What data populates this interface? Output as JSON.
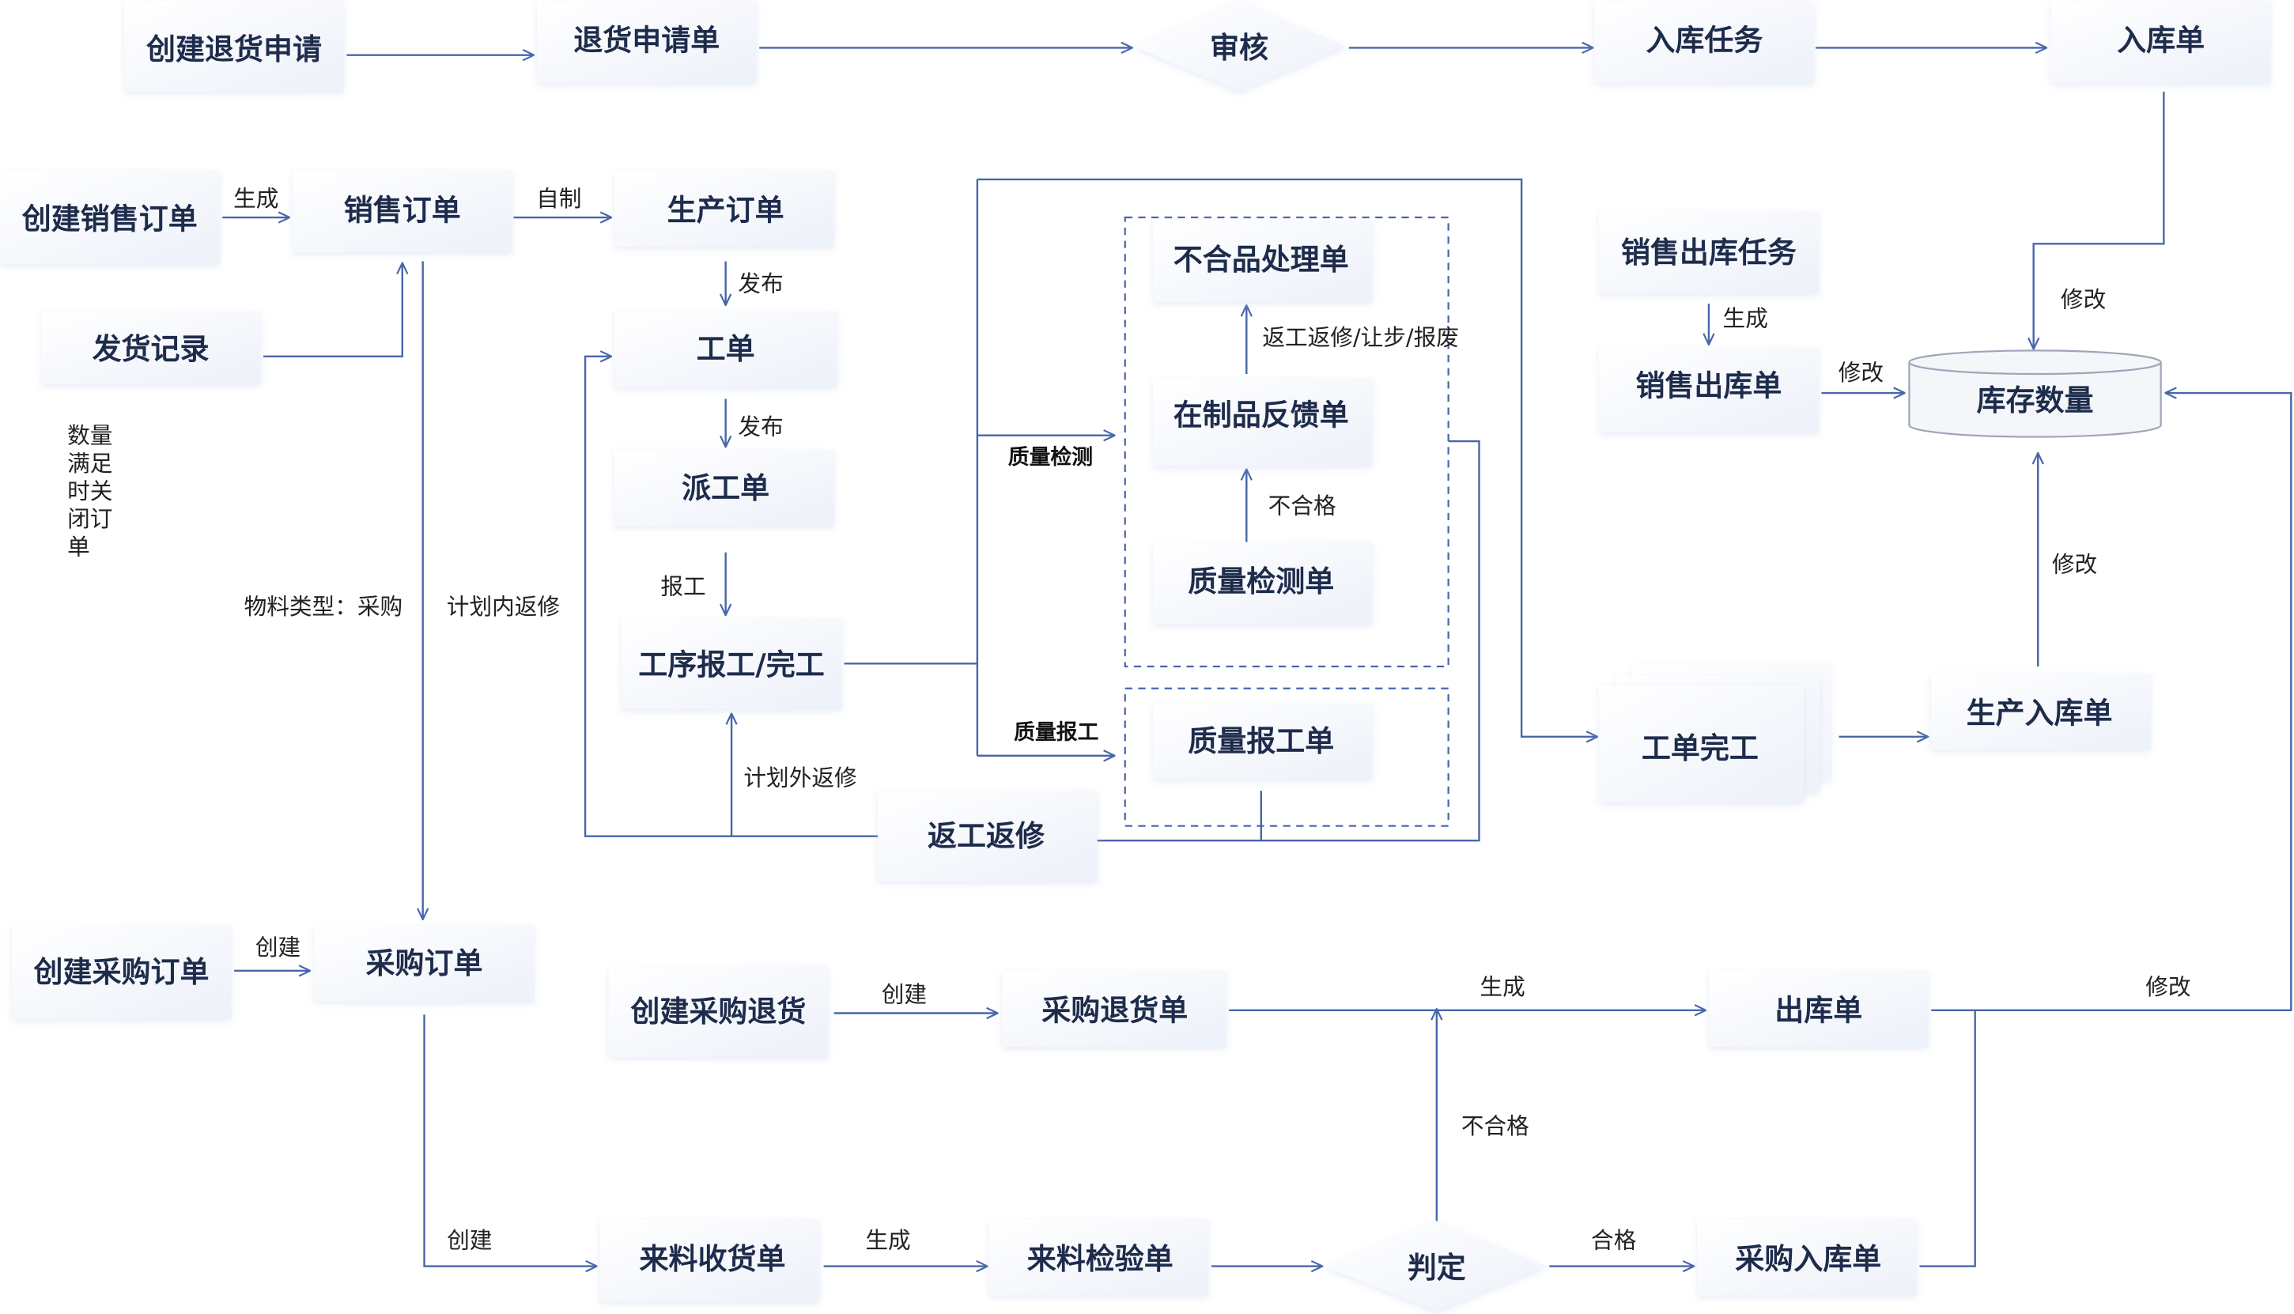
{
  "colors": {
    "node_text": "#1e2c4c",
    "edge": "#4766aa",
    "label_text": "#222222",
    "node_fill_start": "#ffffff",
    "node_fill_end": "#edf1f9",
    "dashed_border": "#4766aa",
    "cylinder_stroke": "#9ea6b8",
    "cylinder_fill": "#f4f6fa"
  },
  "nodes": {
    "create_return_request": "创建退货申请",
    "return_request_form": "退货申请单",
    "review": "审核",
    "inbound_task": "入库任务",
    "inbound_form": "入库单",
    "create_sales_order": "创建销售订单",
    "sales_order": "销售订单",
    "production_order": "生产订单",
    "shipment_record": "发货记录",
    "work_order": "工单",
    "dispatch_order": "派工单",
    "process_report": "工序报工/完工",
    "nonconforming_form": "不合品处理单",
    "wip_feedback": "在制品反馈单",
    "quality_inspection_form": "质量检测单",
    "quality_report_form": "质量报工单",
    "rework": "返工返修",
    "sales_outbound_task": "销售出库任务",
    "sales_outbound_form": "销售出库单",
    "inventory_qty": "库存数量",
    "work_order_complete": "工单完工",
    "production_inbound": "生产入库单",
    "create_purchase_order": "创建采购订单",
    "purchase_order": "采购订单",
    "create_purchase_return": "创建采购退货",
    "purchase_return_form": "采购退货单",
    "outbound_form": "出库单",
    "incoming_receipt": "来料收货单",
    "incoming_inspection": "来料检验单",
    "judgment": "判定",
    "purchase_inbound": "采购入库单"
  },
  "edge_labels": {
    "generate_sales": "生成",
    "self_made": "自制",
    "publish_1": "发布",
    "publish_2": "发布",
    "report_work": "报工",
    "material_purchase": "物料类型：采购",
    "planned_rework": "计划内返修",
    "unplanned_rework": "计划外返修",
    "quality_check": "质量检测",
    "quality_report": "质量报工",
    "rework_options": "返工返修/让步/报废",
    "unqualified_1": "不合格",
    "generate_outbound": "生成",
    "modify_1": "修改",
    "modify_2": "修改",
    "modify_3": "修改",
    "modify_4": "修改",
    "create_1": "创建",
    "create_2": "创建",
    "create_3": "创建",
    "generate_inspection": "生成",
    "generate_out_form": "生成",
    "unqualified_2": "不合格",
    "qualified": "合格"
  },
  "close_order_note": [
    "数量",
    "满足",
    "时关",
    "闭订",
    "单"
  ]
}
